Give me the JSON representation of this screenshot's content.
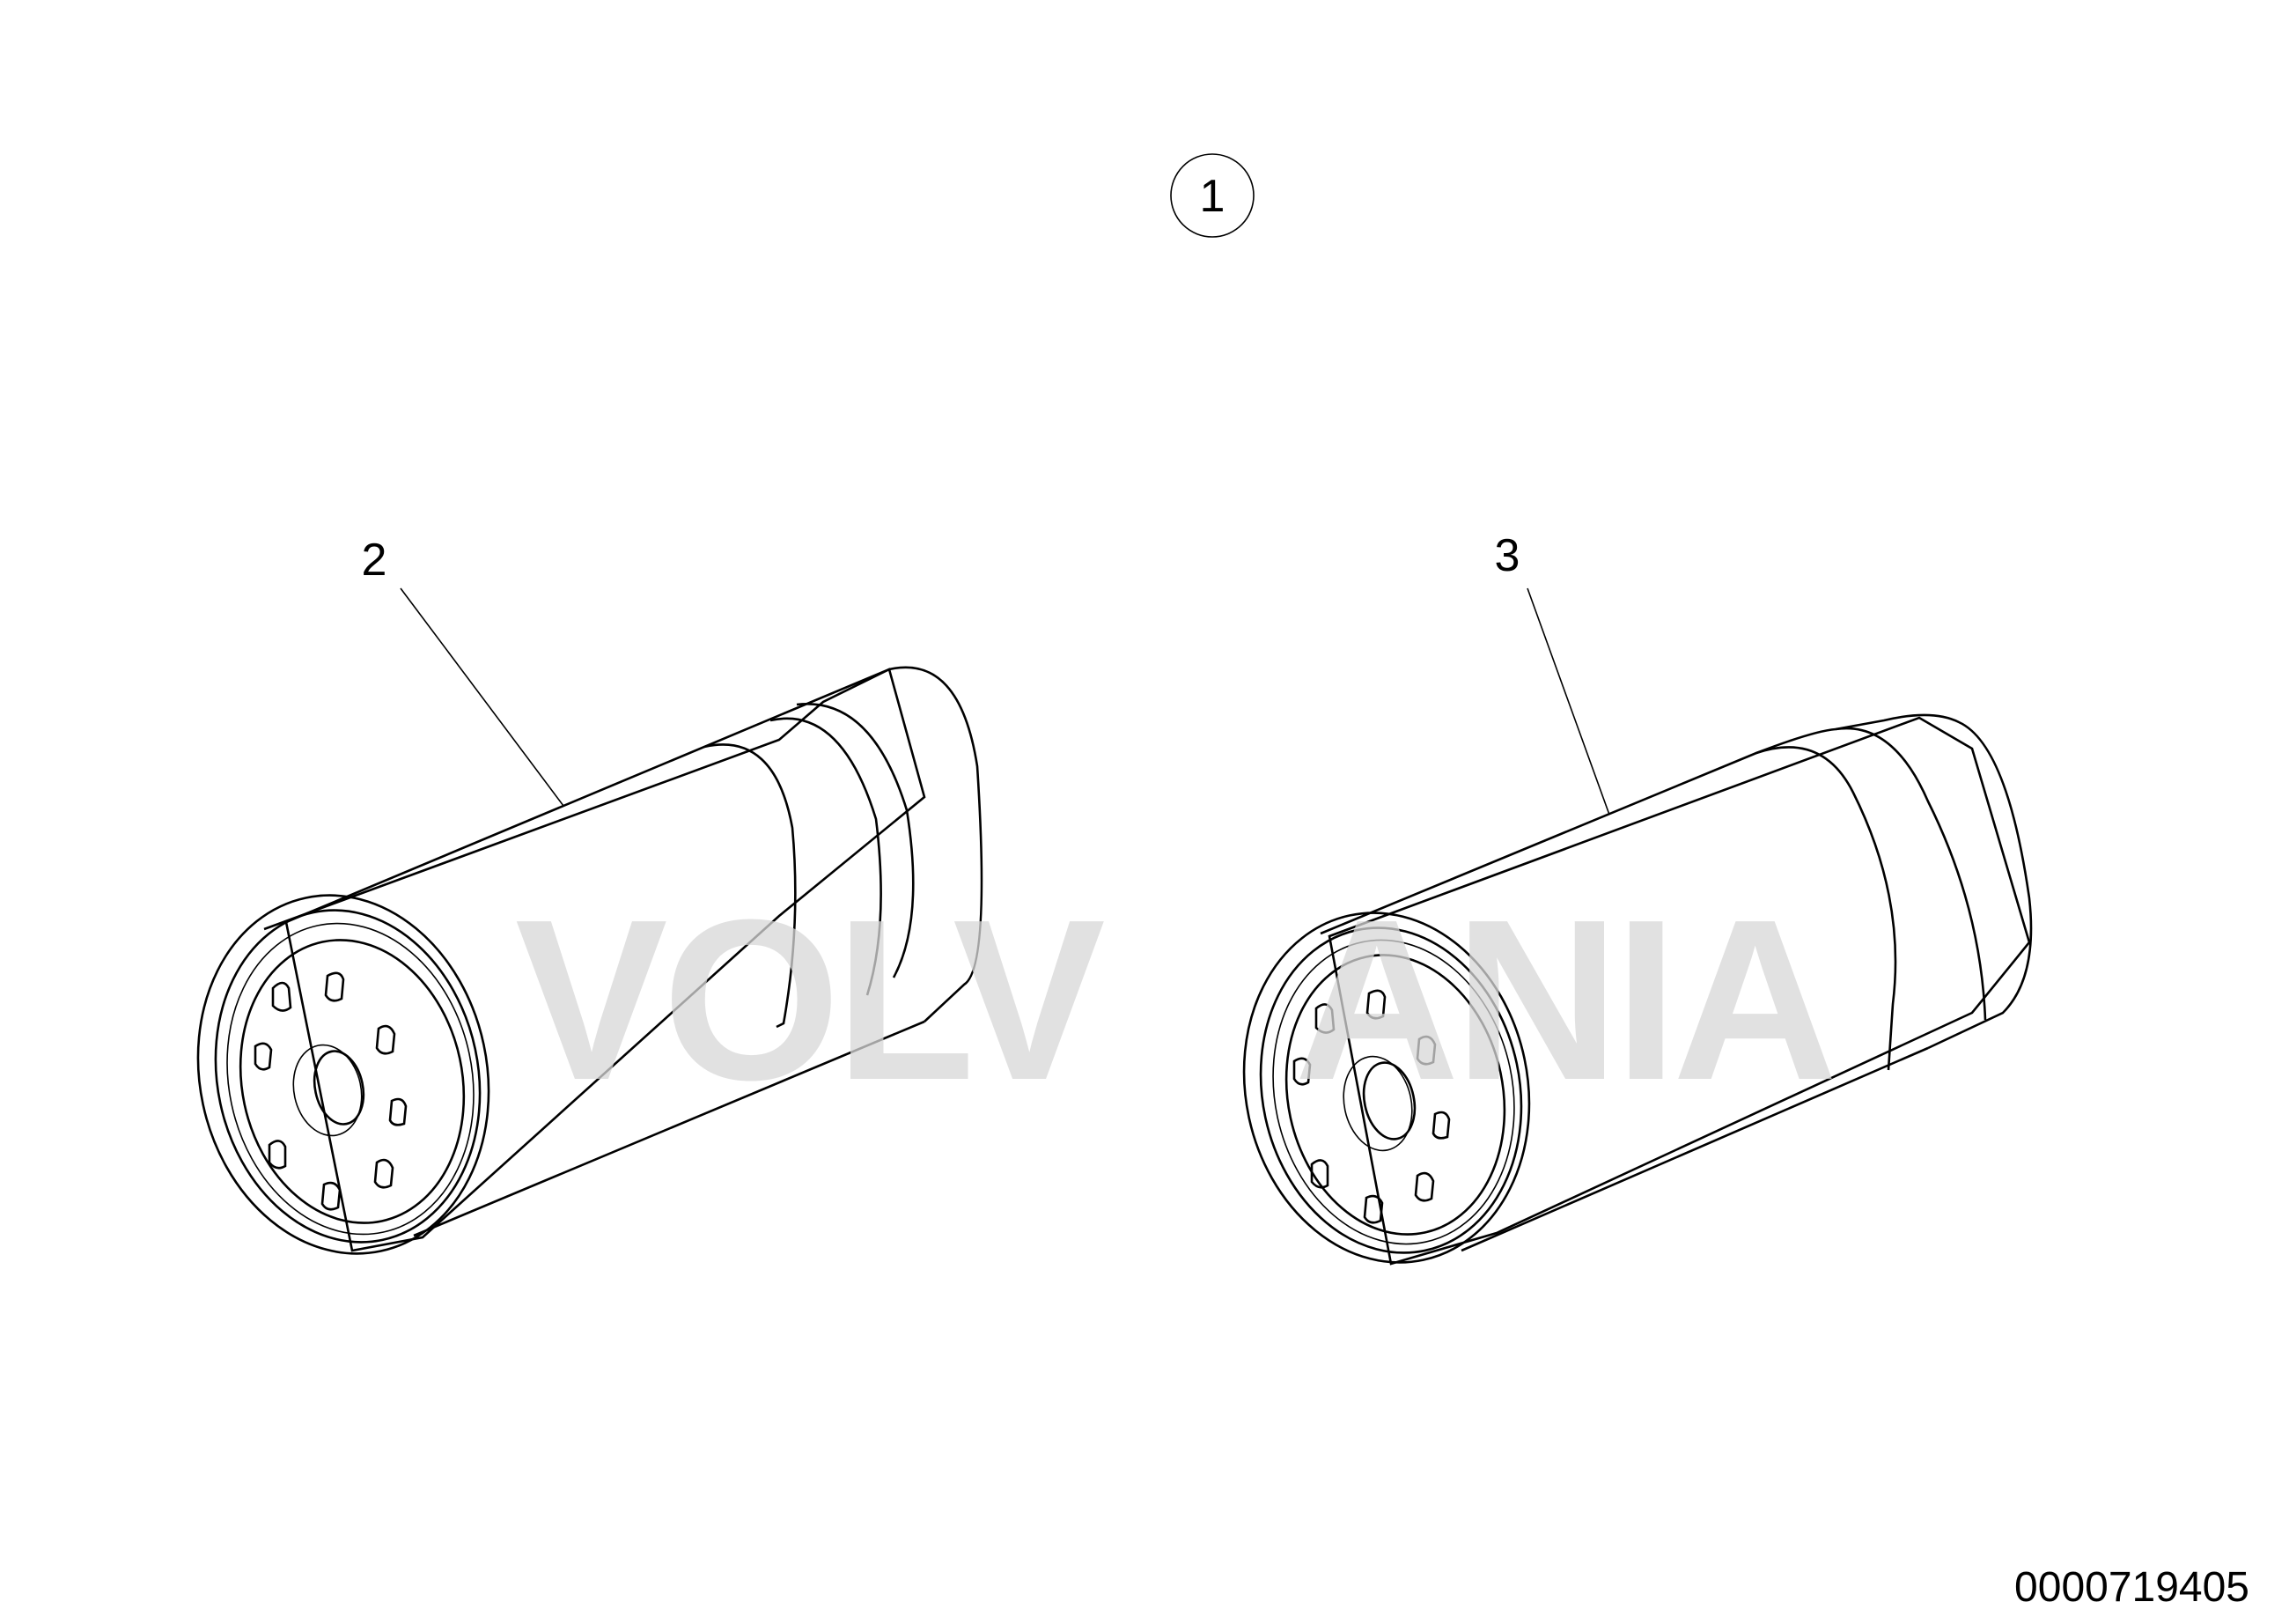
{
  "callouts": {
    "c1": "1",
    "c2": "2",
    "c3": "3"
  },
  "watermark": {
    "left_text": "VOLV",
    "right_text": "ANIA",
    "color": "#d8d8d8"
  },
  "reference_number": "0000719405",
  "colors": {
    "line": "#000000",
    "background": "#ffffff",
    "body_shade": "#f2f2f2"
  },
  "parts": [
    {
      "callout": "2",
      "name": "filter-cartridge-left"
    },
    {
      "callout": "3",
      "name": "filter-cartridge-right"
    }
  ]
}
